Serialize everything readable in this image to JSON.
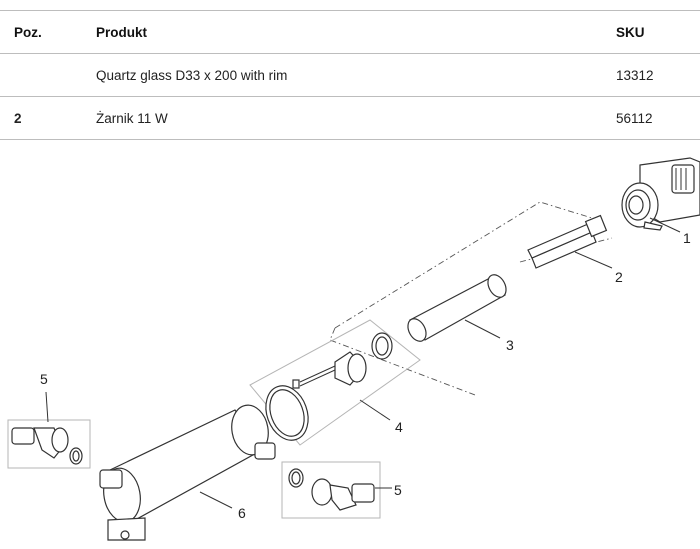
{
  "table": {
    "headers": {
      "position": "Poz.",
      "product": "Produkt",
      "sku": "SKU"
    },
    "rows": [
      {
        "position": "",
        "product": "Quartz glass D33 x 200 with rim",
        "sku": "13312"
      },
      {
        "position": "2",
        "product": "Żarnik 11 W",
        "sku": "56112"
      }
    ]
  },
  "diagram": {
    "callouts": [
      "1",
      "2",
      "3",
      "4",
      "5",
      "5",
      "6"
    ]
  }
}
